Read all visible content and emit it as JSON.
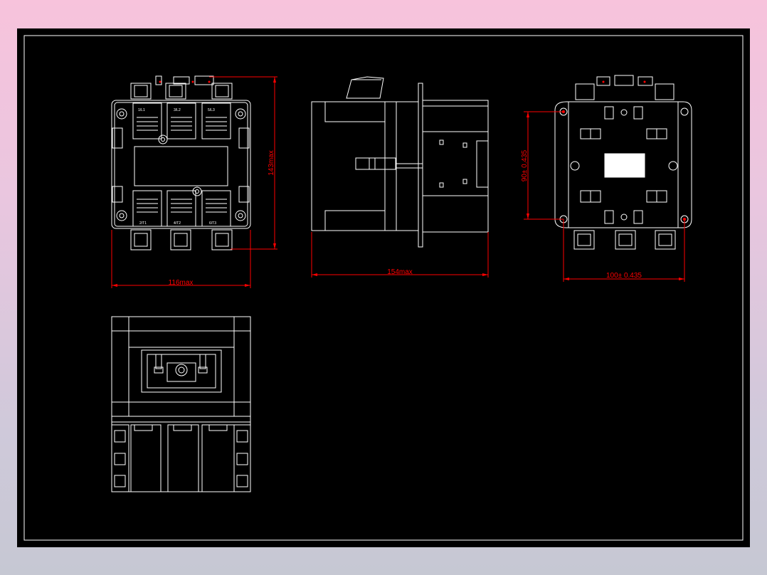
{
  "drawing": {
    "colors": {
      "background": "#000000",
      "linework": "#ffffff",
      "dimension": "#ff0000",
      "page_gradient_top": "#f7c3dc",
      "page_gradient_bottom": "#c6c8d3"
    },
    "views": {
      "front": {
        "name": "front-view"
      },
      "side": {
        "name": "side-view"
      },
      "rear": {
        "name": "rear-mounting-view"
      },
      "bottom": {
        "name": "bottom-view"
      }
    },
    "dimensions": {
      "front_width": "116max",
      "front_height": "143max",
      "side_depth": "154max",
      "mount_height": "90± 0.435",
      "mount_width": "100± 0.435"
    },
    "terminal_labels": {
      "top": [
        "1/L1",
        "3/L2",
        "5/L3"
      ],
      "bottom": [
        "2/T1",
        "4/T2",
        "6/T3"
      ]
    }
  }
}
